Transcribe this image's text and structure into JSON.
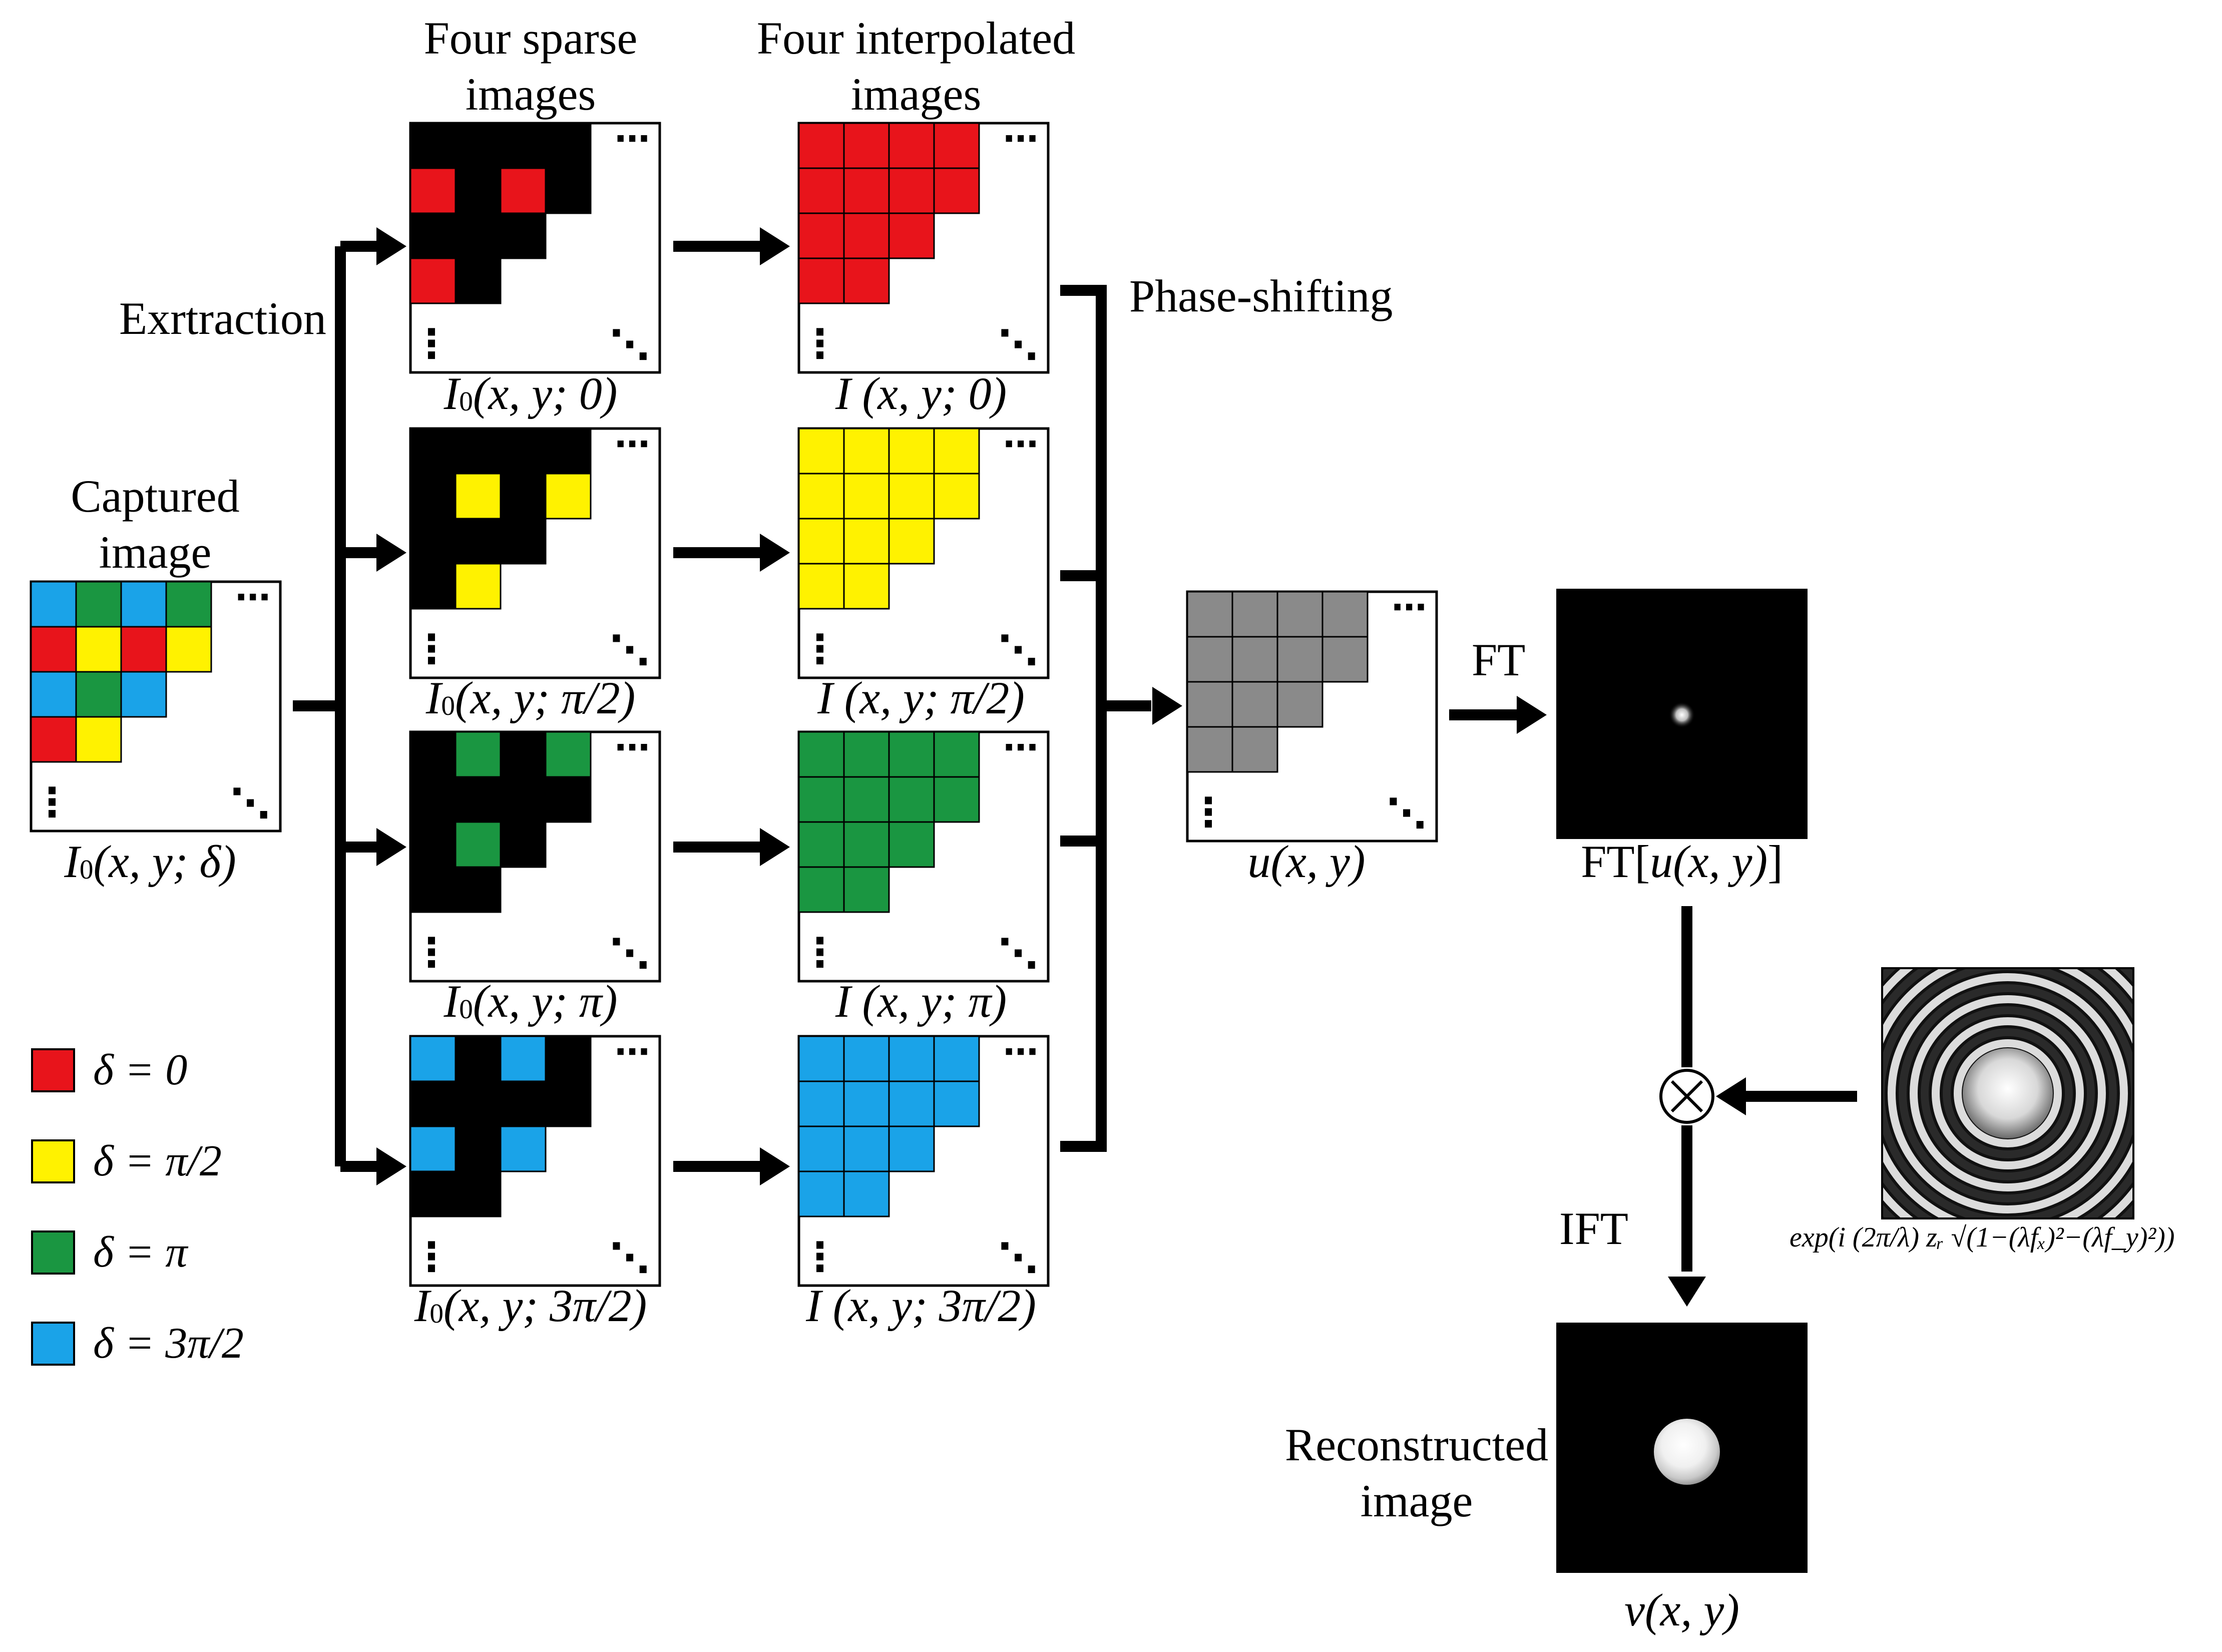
{
  "headings": {
    "sparse": [
      "Four sparse",
      "images"
    ],
    "interp": [
      "Four interpolated",
      "images"
    ],
    "captured": [
      "Captured",
      "image"
    ],
    "extraction": "Exrtraction",
    "phase_shifting": "Phase-shifting",
    "ft": "FT",
    "ift": "IFT",
    "reconstructed": [
      "Reconstructed",
      "image"
    ]
  },
  "labels": {
    "captured": {
      "fn": "I",
      "sub": "0",
      "args": "(x, y; δ)"
    },
    "sparse": [
      {
        "fn": "I",
        "sub": "0",
        "args": "(x, y; 0)"
      },
      {
        "fn": "I",
        "sub": "0",
        "args": "(x, y; π/2)"
      },
      {
        "fn": "I",
        "sub": "0",
        "args": "(x, y; π)"
      },
      {
        "fn": "I",
        "sub": "0",
        "args": "(x, y; 3π/2)"
      }
    ],
    "interp": [
      {
        "fn": "I",
        "args": " (x, y; 0)"
      },
      {
        "fn": "I",
        "args": " (x, y; π/2)"
      },
      {
        "fn": "I",
        "args": " (x, y; π)"
      },
      {
        "fn": "I",
        "args": " (x, y; 3π/2)"
      }
    ],
    "u": "u(x, y)",
    "ft_u": {
      "prefix": "FT[",
      "body": "u(x, y)",
      "suffix": "]"
    },
    "v": "v(x, y)",
    "kernel": "exp(i (2π/λ) zᵣ √(1−(λfₓ)²−(λf_y)²))"
  },
  "legend": [
    {
      "text": "δ = 0",
      "color": "#e8141b"
    },
    {
      "text": "δ = π/2",
      "color": "#fff200"
    },
    {
      "text": "δ = π",
      "color": "#1a9641"
    },
    {
      "text": "δ = 3π/2",
      "color": "#1aa3e8"
    }
  ],
  "colors": {
    "red": "#e8141b",
    "yellow": "#fff200",
    "green": "#1a9641",
    "blue": "#1aa3e8",
    "gray": "#8a8a8a",
    "black": "#000000"
  },
  "symbols": {
    "ellipsis": "⋯",
    "vdots": "⋮",
    "ddots": "⋱",
    "multiply": "×"
  }
}
